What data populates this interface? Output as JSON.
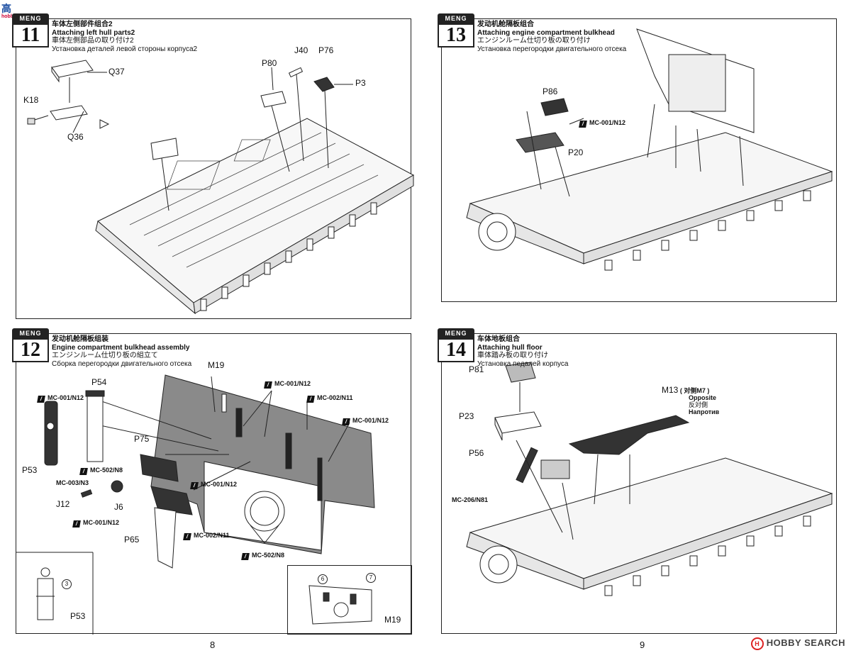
{
  "watermark": {
    "top_left": "高",
    "top_left_site": "hobby.com",
    "bottom_right": "HOBBY SEARCH"
  },
  "brand": "MENG",
  "steps": {
    "s11": {
      "number": "11",
      "title_cn": "车体左侧部件组合2",
      "title_en": "Attaching left hull parts2",
      "title_jp": "車体左側部品の取り付け2",
      "title_ru": "Установка деталей левой стороны корпуса2",
      "labels": {
        "q37": "Q37",
        "k18": "K18",
        "q36": "Q36",
        "p80": "P80",
        "j40": "J40",
        "p76": "P76",
        "p3": "P3"
      }
    },
    "s12": {
      "number": "12",
      "title_cn": "发动机舱隔板组装",
      "title_en": "Engine compartment bulkhead assembly",
      "title_jp": "エンジンルーム仕切り板の組立て",
      "title_ru": "Сборка перегородки двигательного отсека",
      "labels": {
        "p54": "P54",
        "m19": "M19",
        "p75": "P75",
        "p53": "P53",
        "j12": "J12",
        "j6": "J6",
        "p65": "P65",
        "p53_inset": "P53",
        "m19_inset": "M19",
        "circle3": "3",
        "circle6": "6",
        "circle7": "7"
      },
      "codes": {
        "c1": "MC-001/N12",
        "c2": "MC-001/N12",
        "c3": "MC-002/N11",
        "c4": "MC-001/N12",
        "c5": "MC-502/N8",
        "c6": "MC-003/N3",
        "c7": "MC-001/N12",
        "c8": "MC-001/N12",
        "c9": "MC-002/N11",
        "c10": "MC-502/N8"
      }
    },
    "s13": {
      "number": "13",
      "title_cn": "发动机舱隔板组合",
      "title_en": "Attaching engine compartment bulkhead",
      "title_jp": "エンジンルーム仕切り板の取り付け",
      "title_ru": "Установка перегородки двигательного отсека",
      "labels": {
        "p86": "P86",
        "p20": "P20"
      },
      "codes": {
        "c1": "MC-001/N12"
      }
    },
    "s14": {
      "number": "14",
      "title_cn": "车体地板组合",
      "title_en": "Attaching hull floor",
      "title_jp": "車体踏み板の取り付け",
      "title_ru": "Установка педалей корпуса",
      "labels": {
        "p81": "P81",
        "p23": "P23",
        "p56": "P56",
        "m13": "M13",
        "m13_note_cn": "( 对侧M7 )",
        "m13_note_en": "Opposite",
        "m13_note_jp": "反対側",
        "m13_note_ru": "Напротив"
      },
      "codes": {
        "c1": "MC-206/N81"
      }
    }
  },
  "page_numbers": {
    "left": "8",
    "right": "9"
  }
}
